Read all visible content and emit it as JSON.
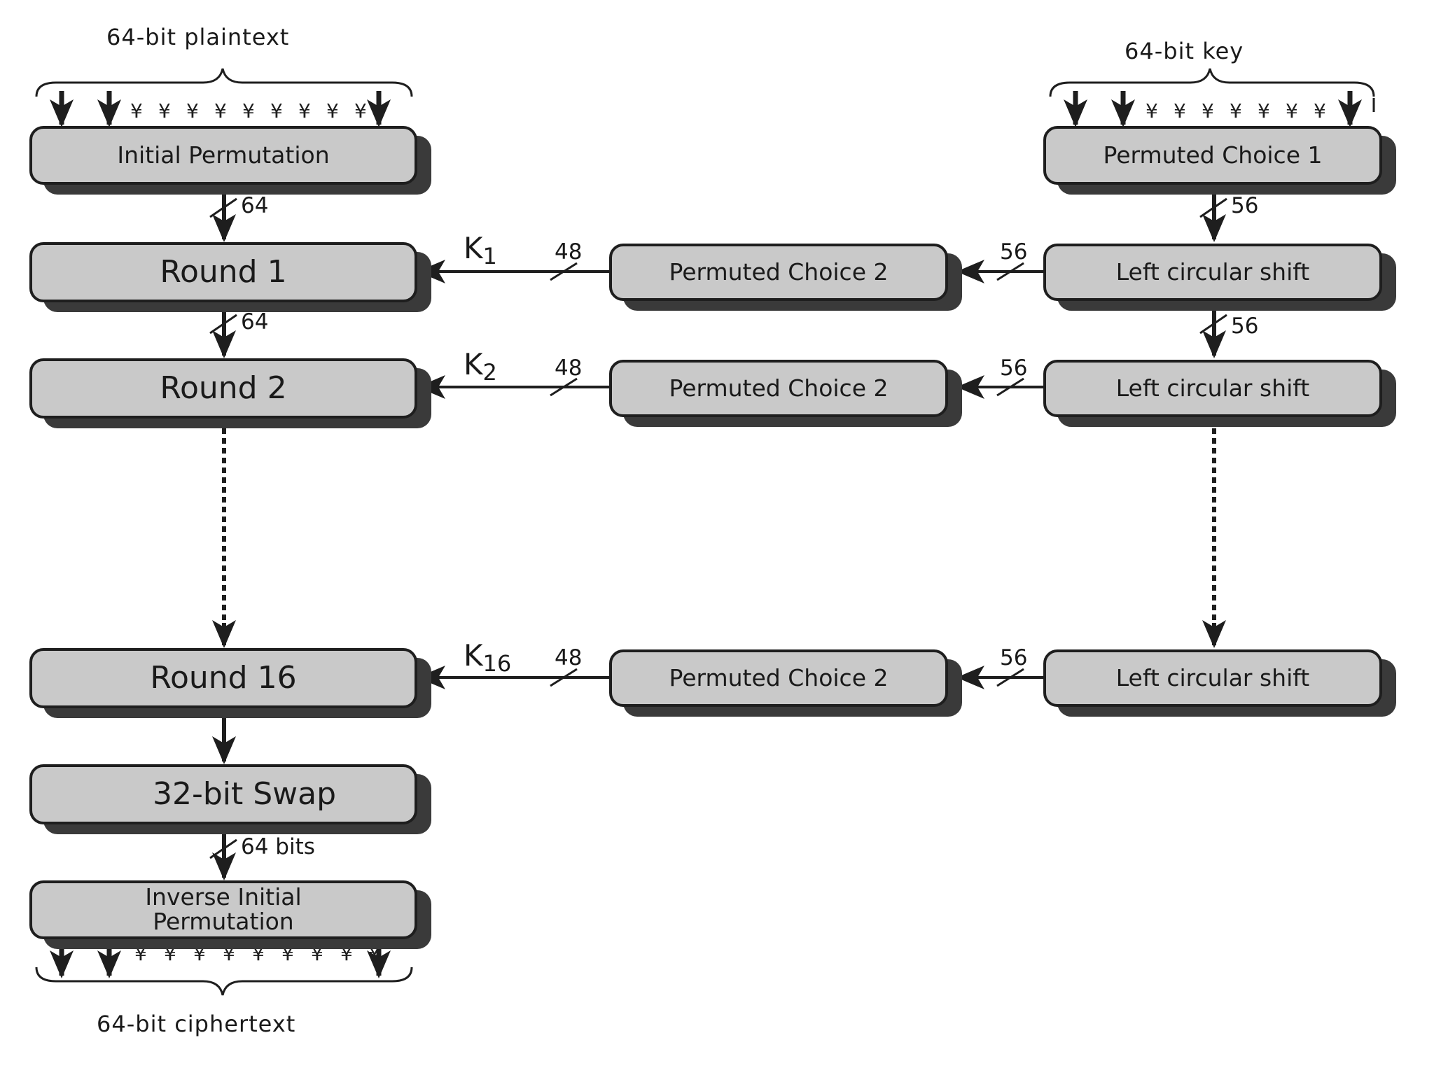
{
  "titles": {
    "plaintext": "64-bit plaintext",
    "key": "64-bit key",
    "ciphertext": "64-bit ciphertext"
  },
  "boxes": {
    "initial_permutation": "Initial Permutation",
    "round_1": "Round 1",
    "round_2": "Round 2",
    "round_16": "Round 16",
    "swap": "32-bit Swap",
    "inverse_ip_line1": "Inverse Initial",
    "inverse_ip_line2": "Permutation",
    "pc1": "Permuted Choice 1",
    "pc2": "Permuted Choice 2",
    "lcs": "Left circular shift"
  },
  "wire_labels": {
    "ip_to_round1": "64",
    "round1_to_round2": "64",
    "swap_to_iip": "64 bits",
    "pc1_to_lcs1": "56",
    "lcs1_to_lcs2": "56",
    "lcs_to_pc2": "56",
    "pc2_to_round": "48"
  },
  "subkeys": [
    {
      "base": "K",
      "sub": "1"
    },
    {
      "base": "K",
      "sub": "2"
    },
    {
      "base": "K",
      "sub": "16"
    }
  ],
  "bit_glyph": "¥"
}
